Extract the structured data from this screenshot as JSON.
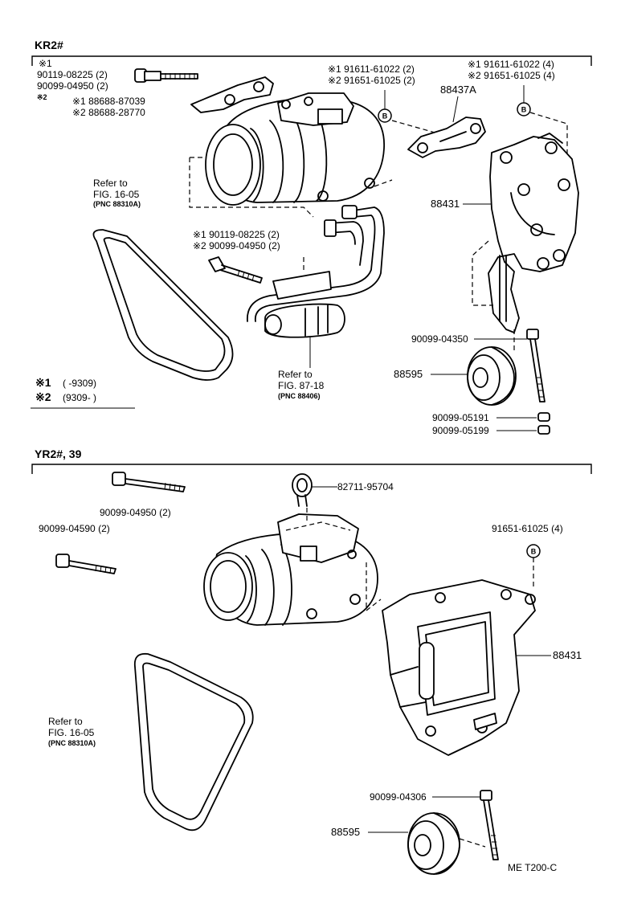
{
  "sections": {
    "kr": {
      "title": "KR2#"
    },
    "yr": {
      "title": "YR2#, 39"
    }
  },
  "labels": {
    "kr_note1_mark": "※1",
    "kr_note1_a": "90119-08225 (2)",
    "kr_note1_b": "90099-04950 (2)",
    "kr_note2_mark": "※2",
    "kr_bracket_a": "※1 88688-87039",
    "kr_bracket_b": "※2 88688-28770",
    "kr_nut_a": "※1 91611-61022 (2)",
    "kr_nut_b": "※2 91651-61025 (2)",
    "kr_nut_c": "※1 91611-61022 (4)",
    "kr_nut_d": "※2 91651-61025 (4)",
    "kr_88437a": "88437A",
    "kr_88431": "88431",
    "kr_belt_ref1": "Refer to",
    "kr_belt_ref2": "FIG. 16-05",
    "kr_belt_ref3": "(PNC 88310A)",
    "kr_bolt_a": "※1 90119-08225 (2)",
    "kr_bolt_b": "※2 90099-04950 (2)",
    "kr_90099_04350": "90099-04350",
    "kr_88595": "88595",
    "kr_hose_ref1": "Refer to",
    "kr_hose_ref2": "FIG. 87-18",
    "kr_hose_ref3": "(PNC 88406)",
    "kr_legend1_mark": "※1",
    "kr_legend1_val": "(       -9309)",
    "kr_legend2_mark": "※2",
    "kr_legend2_val": "(9309-        )",
    "kr_90099_05191": "90099-05191",
    "kr_90099_05199": "90099-05199",
    "yr_82711": "82711-95704",
    "yr_90099_04950": "90099-04950 (2)",
    "yr_90099_04590": "90099-04590 (2)",
    "yr_91651": "91651-61025 (4)",
    "yr_88431": "88431",
    "yr_belt_ref1": "Refer to",
    "yr_belt_ref2": "FIG. 16-05",
    "yr_belt_ref3": "(PNC 88310A)",
    "yr_90099_04306": "90099-04306",
    "yr_88595": "88595",
    "footer_code": "ME  T200-C",
    "callout_b": "B"
  }
}
